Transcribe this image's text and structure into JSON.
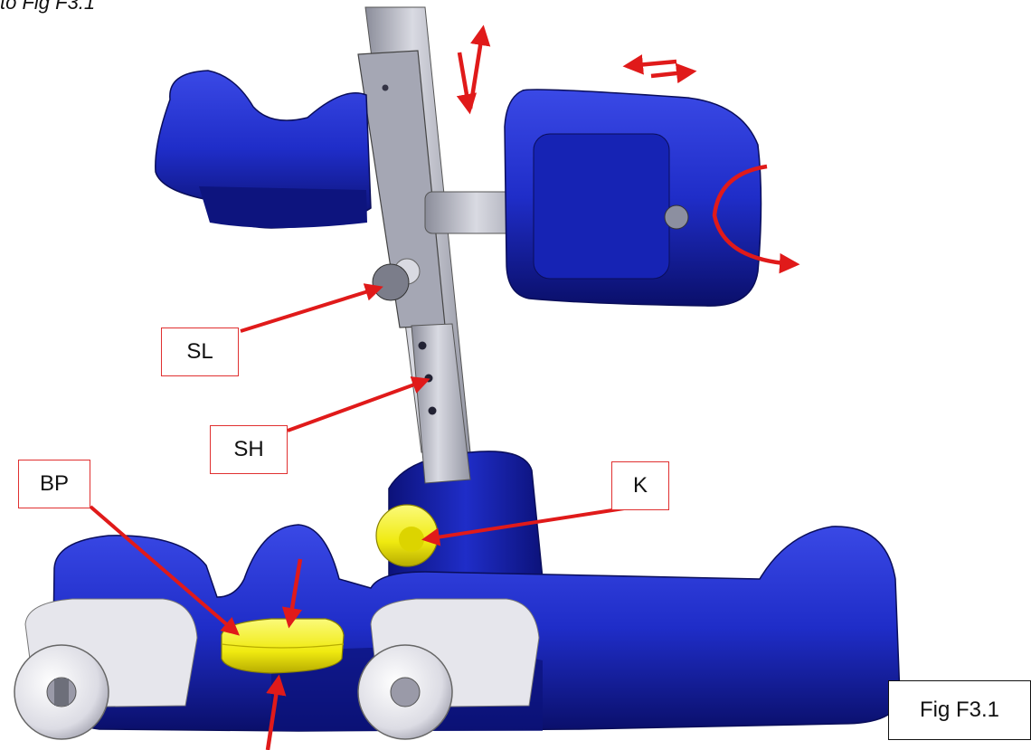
{
  "header_fragment": "to Fig F3.1",
  "callouts": {
    "sl": "SL",
    "sh": "SH",
    "bp": "BP",
    "k": "K"
  },
  "figure_caption": "Fig F3.1",
  "colors": {
    "body_blue": "#1f2dc8",
    "body_blue_dark": "#0c127a",
    "metal": "#b7b9c4",
    "knob_yellow": "#f2ee1a",
    "wheel_white": "#e6e6ec",
    "arrow_red": "#e01a1a",
    "callout_border": "#e03030"
  }
}
